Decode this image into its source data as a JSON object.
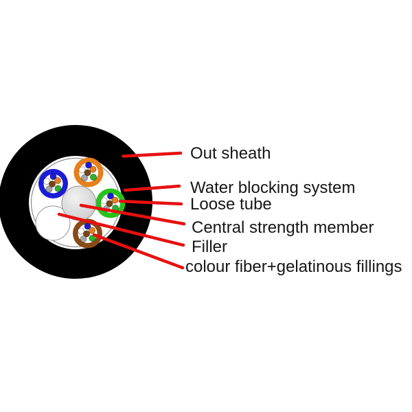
{
  "diagram": {
    "title": "fiber optic cable cross-section",
    "labels": [
      "Out sheath",
      "Water blocking system",
      "Loose tube",
      "Central strength member",
      "Filler",
      "colour fiber+gelatinous fillings"
    ],
    "colors": {
      "background": "#ffffff",
      "leader_line": "#e81010",
      "label_text": "#161616",
      "out_sheath": "#000000",
      "inner_white": "#ffffff",
      "thin_outline": "#8c8c8c",
      "tube_inner": "#ffffff",
      "tube_blue": "#1c1cd6",
      "tube_blue_edge": "#10108f",
      "tube_orange": "#e5801c",
      "tube_orange_edge": "#a85a10",
      "tube_green": "#27c31b",
      "tube_green_edge": "#149010",
      "tube_brown": "#8a4a16",
      "tube_brown_edge": "#5c3008",
      "fiber_blue": "#1c1cd6",
      "fiber_white": "#ffffff",
      "fiber_orange": "#e5801c",
      "fiber_brown": "#7a4412",
      "fiber_gray": "#a6a6a6",
      "fiber_green": "#2cb32c",
      "central_member_light": "#f2f2f2",
      "central_member_dark": "#c8c8c8",
      "filler_fill": "#ffffff"
    }
  }
}
